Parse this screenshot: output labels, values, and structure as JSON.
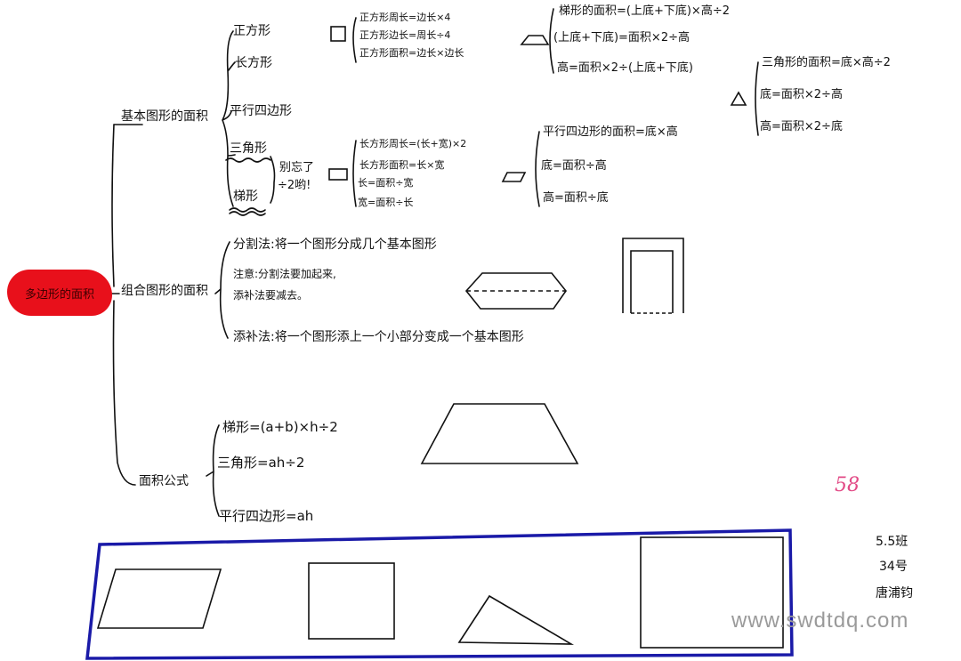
{
  "root": {
    "label": "多边形的面积"
  },
  "branches": {
    "basic": {
      "label": "基本图形的面积"
    },
    "combined": {
      "label": "组合图形的面积"
    },
    "formula": {
      "label": "面积公式"
    }
  },
  "basic_items": [
    "正方形",
    "长方形",
    "平行四边形",
    "三角形",
    "梯形"
  ],
  "reminder": [
    "别忘了",
    "÷2哟!"
  ],
  "square_formulas": [
    "正方形周长=边长×4",
    "正方形边长=周长÷4",
    "正方形面积=边长×边长"
  ],
  "trapezoid_formulas": [
    "梯形的面积=(上底+下底)×高÷2",
    "(上底+下底)=面积×2÷高",
    "高=面积×2÷(上底+下底)"
  ],
  "triangle_formulas": [
    "三角形的面积=底×高÷2",
    "底=面积×2÷高",
    "高=面积×2÷底"
  ],
  "rectangle_formulas": [
    "长方形周长=(长+宽)×2",
    "长方形面积=长×宽",
    "长=面积÷宽",
    "宽=面积÷长"
  ],
  "parallelogram_formulas": [
    "平行四边形的面积=底×高",
    "底=面积÷高",
    "高=面积÷底"
  ],
  "combined_items": {
    "split": "分割法:将一个图形分成几个基本图形",
    "note1": "注意:分割法要加起来,",
    "note2": "添补法要减去。",
    "fill": "添补法:将一个图形添上一个小部分变成一个基本图形"
  },
  "formula_items": [
    "梯形=(a+b)×h÷2",
    "三角形=ah÷2",
    "平行四边形=ah"
  ],
  "signature": {
    "class": "5.5班",
    "number": "34号",
    "name": "唐浦钧"
  },
  "score": "58",
  "watermark": "www.swdtdq.com",
  "colors": {
    "root_fill": "#e8101b",
    "frame": "#1a1aa8",
    "score": "#e24a86",
    "ink": "#111111"
  }
}
